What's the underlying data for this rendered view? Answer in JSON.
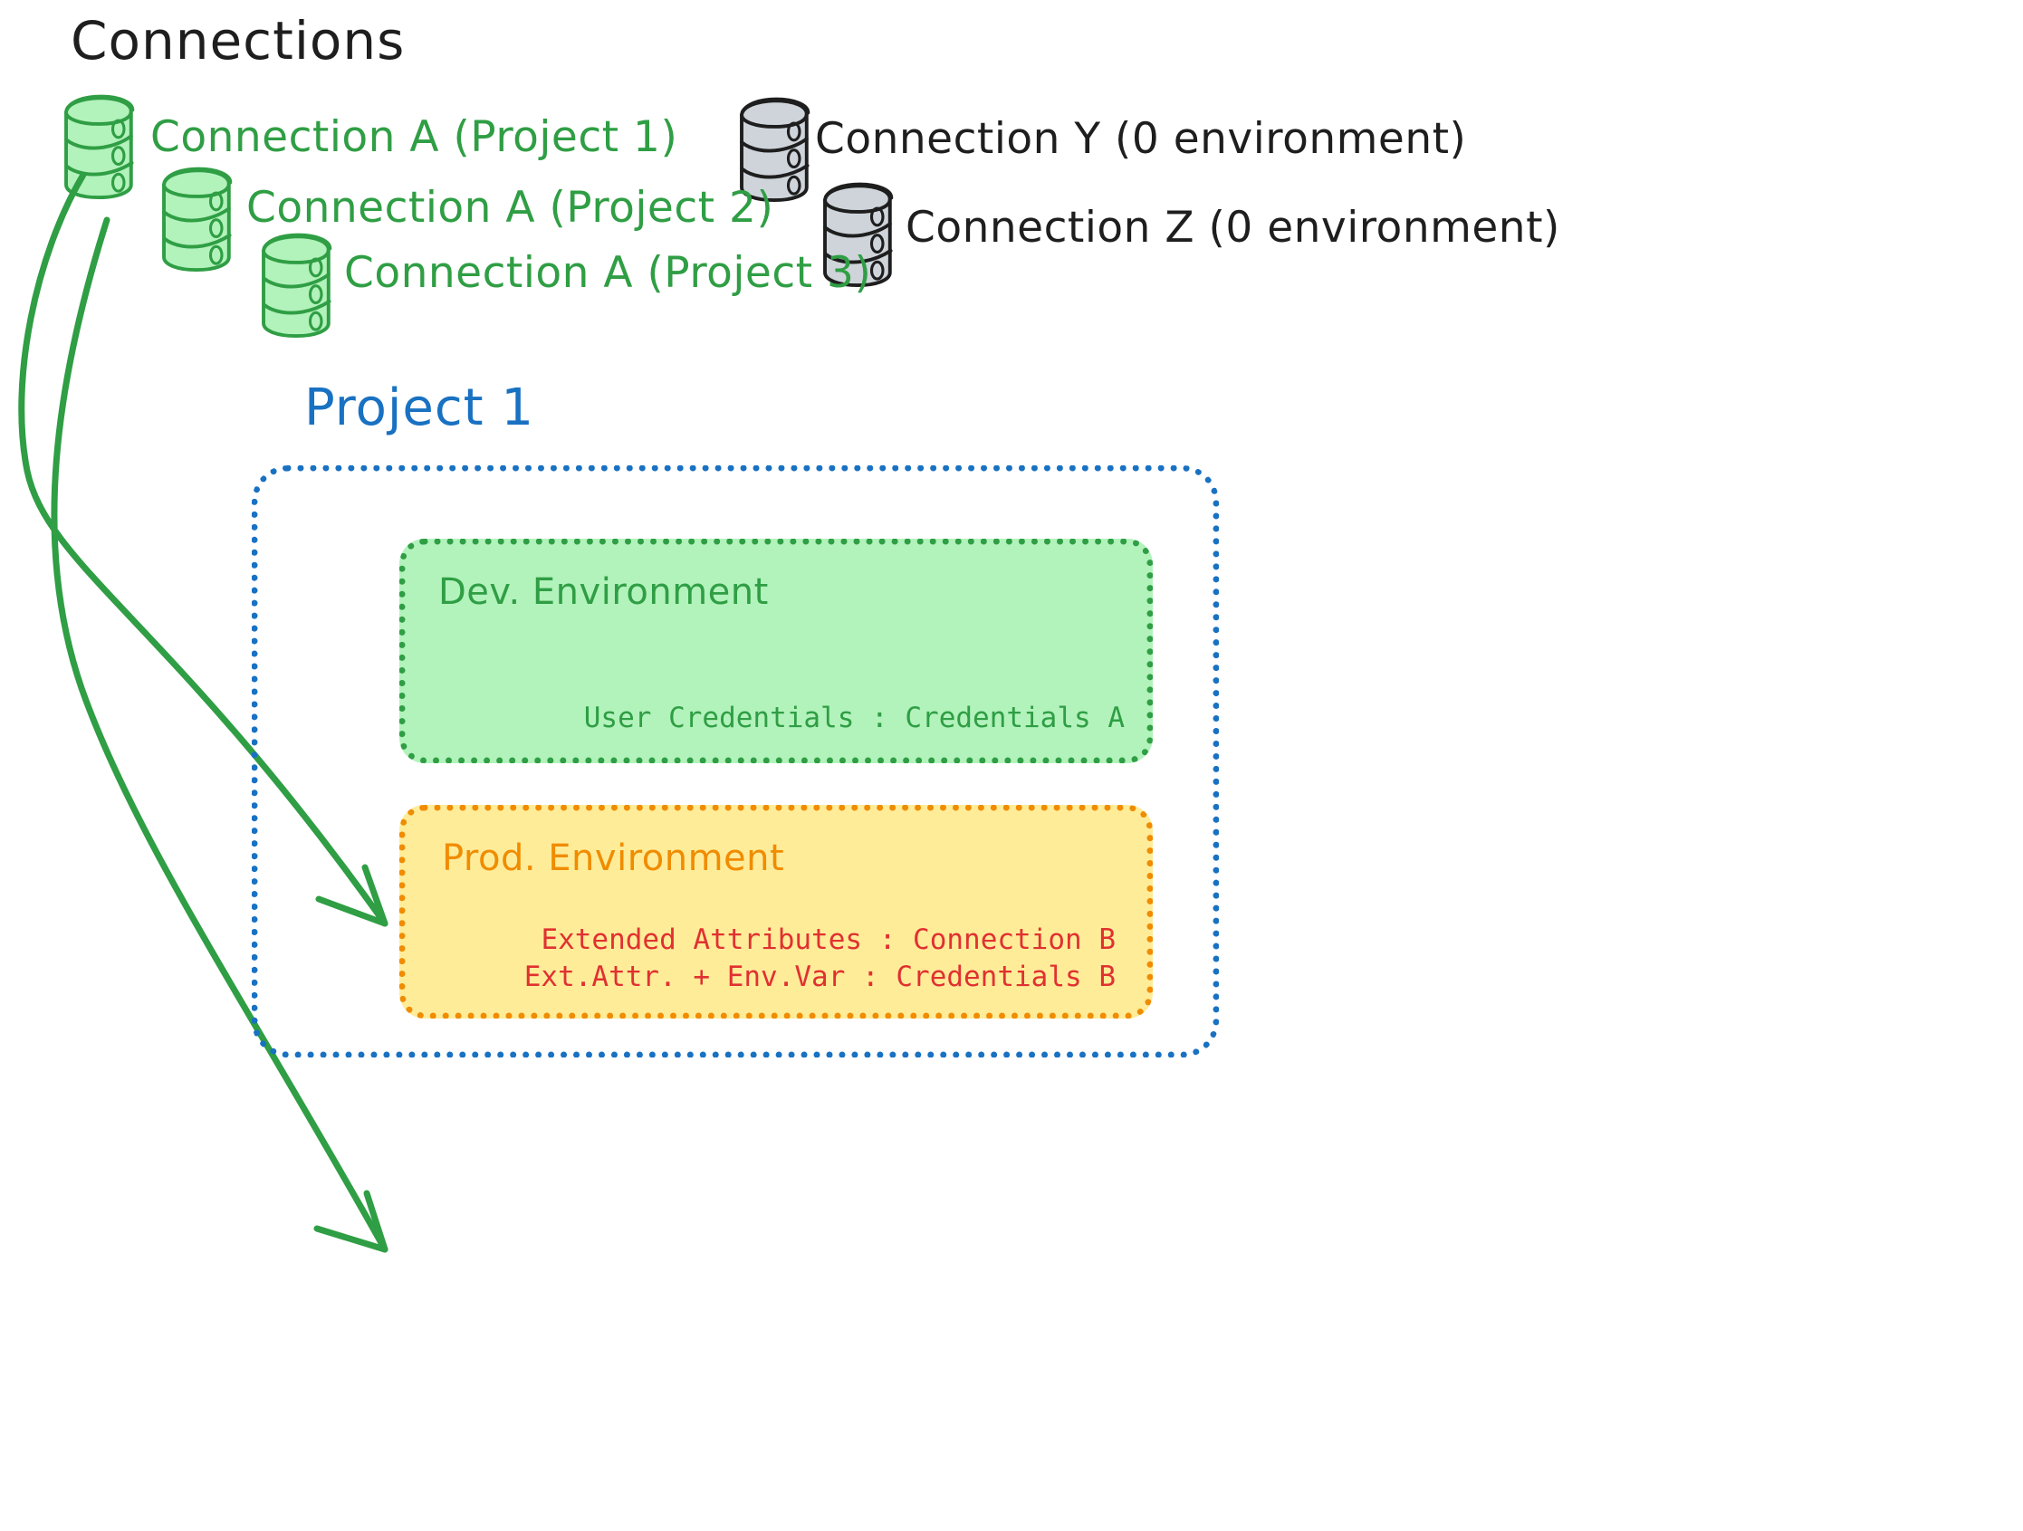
{
  "diagram": {
    "title": "Connections",
    "colors": {
      "green_stroke": "#2f9e44",
      "green_fill": "#b2f2bb",
      "gray_stroke": "#1e1e1e",
      "gray_fill": "#ced4da",
      "blue": "#1971c2",
      "orange": "#f08c00",
      "yellow_fill": "#ffec99",
      "red": "#e03131",
      "black": "#1e1e1e"
    },
    "connections": {
      "green": [
        {
          "label": "Connection A (Project 1)",
          "icon": "database-cylinder-icon"
        },
        {
          "label": "Connection A (Project 2)",
          "icon": "database-cylinder-icon"
        },
        {
          "label": "Connection A (Project 3)",
          "icon": "database-cylinder-icon"
        }
      ],
      "gray": [
        {
          "label": "Connection Y (0 environment)",
          "icon": "database-cylinder-icon"
        },
        {
          "label": "Connection Z (0 environment)",
          "icon": "database-cylinder-icon"
        }
      ]
    },
    "project": {
      "title": "Project 1",
      "environments": [
        {
          "name": "Dev. Environment",
          "accent": "#2f9e44",
          "details": "User Credentials : Credentials A"
        },
        {
          "name": "Prod. Environment",
          "accent": "#f08c00",
          "details": "Extended Attributes : Connection B\nExt.Attr. + Env.Var : Credentials B"
        }
      ]
    },
    "arrows": [
      {
        "name": "arrow-connection-a-to-dev-environment",
        "from": "Connection A (Project 1)",
        "to": "Dev. Environment"
      },
      {
        "name": "arrow-connection-a-to-prod-environment",
        "from": "Connection A (Project 1)",
        "to": "Prod. Environment"
      }
    ]
  }
}
